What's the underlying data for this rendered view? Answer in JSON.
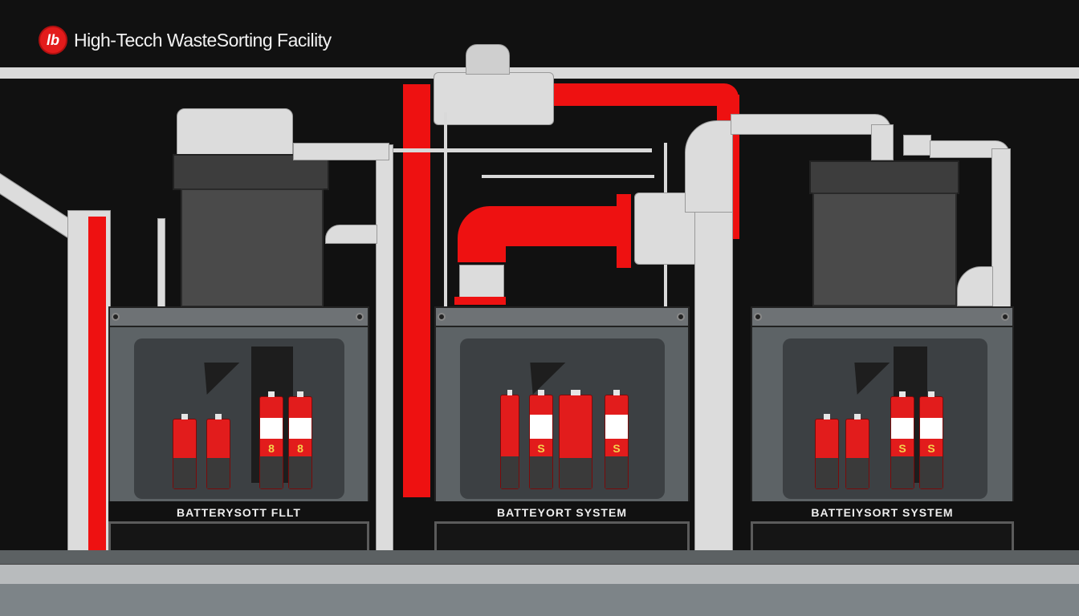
{
  "header": {
    "logo_text": "lb",
    "title": "High-Tecch WasteSorting Facility"
  },
  "units": [
    {
      "label": "BATTERYSOTT FLLT"
    },
    {
      "label": "BATTEYORT SYSTEM"
    },
    {
      "label": "BATTEIYSORT SYSTEM"
    }
  ],
  "icons": {
    "logo": "brand-logo-icon",
    "bolt": "lightning-bolt-icon",
    "battery": "battery-icon"
  },
  "colors": {
    "accent_red": "#ee1111",
    "background": "#111111",
    "pipe_gray": "#dcdcdc",
    "floor_gray": "#7d8488"
  }
}
